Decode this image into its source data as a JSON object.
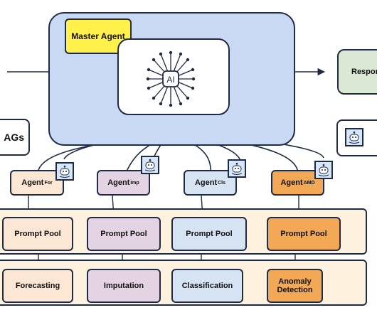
{
  "master": {
    "label": "Master Agent",
    "ai_text": "AI"
  },
  "left_box": {
    "label": "AGs"
  },
  "response_box": {
    "label": "Respon"
  },
  "agents": [
    {
      "name": "Agent",
      "sub": "For",
      "color": "#fbe7d3"
    },
    {
      "name": "Agent",
      "sub": "Imp",
      "color": "#e4d3e2"
    },
    {
      "name": "Agent",
      "sub": "Cls",
      "color": "#d6e3f3"
    },
    {
      "name": "Agent",
      "sub": "AMD",
      "color": "#f2a854"
    }
  ],
  "prompt_pools": [
    "Prompt Pool",
    "Prompt Pool",
    "Prompt Pool",
    "Prompt Pool"
  ],
  "tasks": [
    "Forecasting",
    "Imputation",
    "Classification",
    "Anomaly Detection"
  ],
  "icons": {
    "agent": "robot-icon",
    "ai": "ai-brain-icon"
  }
}
